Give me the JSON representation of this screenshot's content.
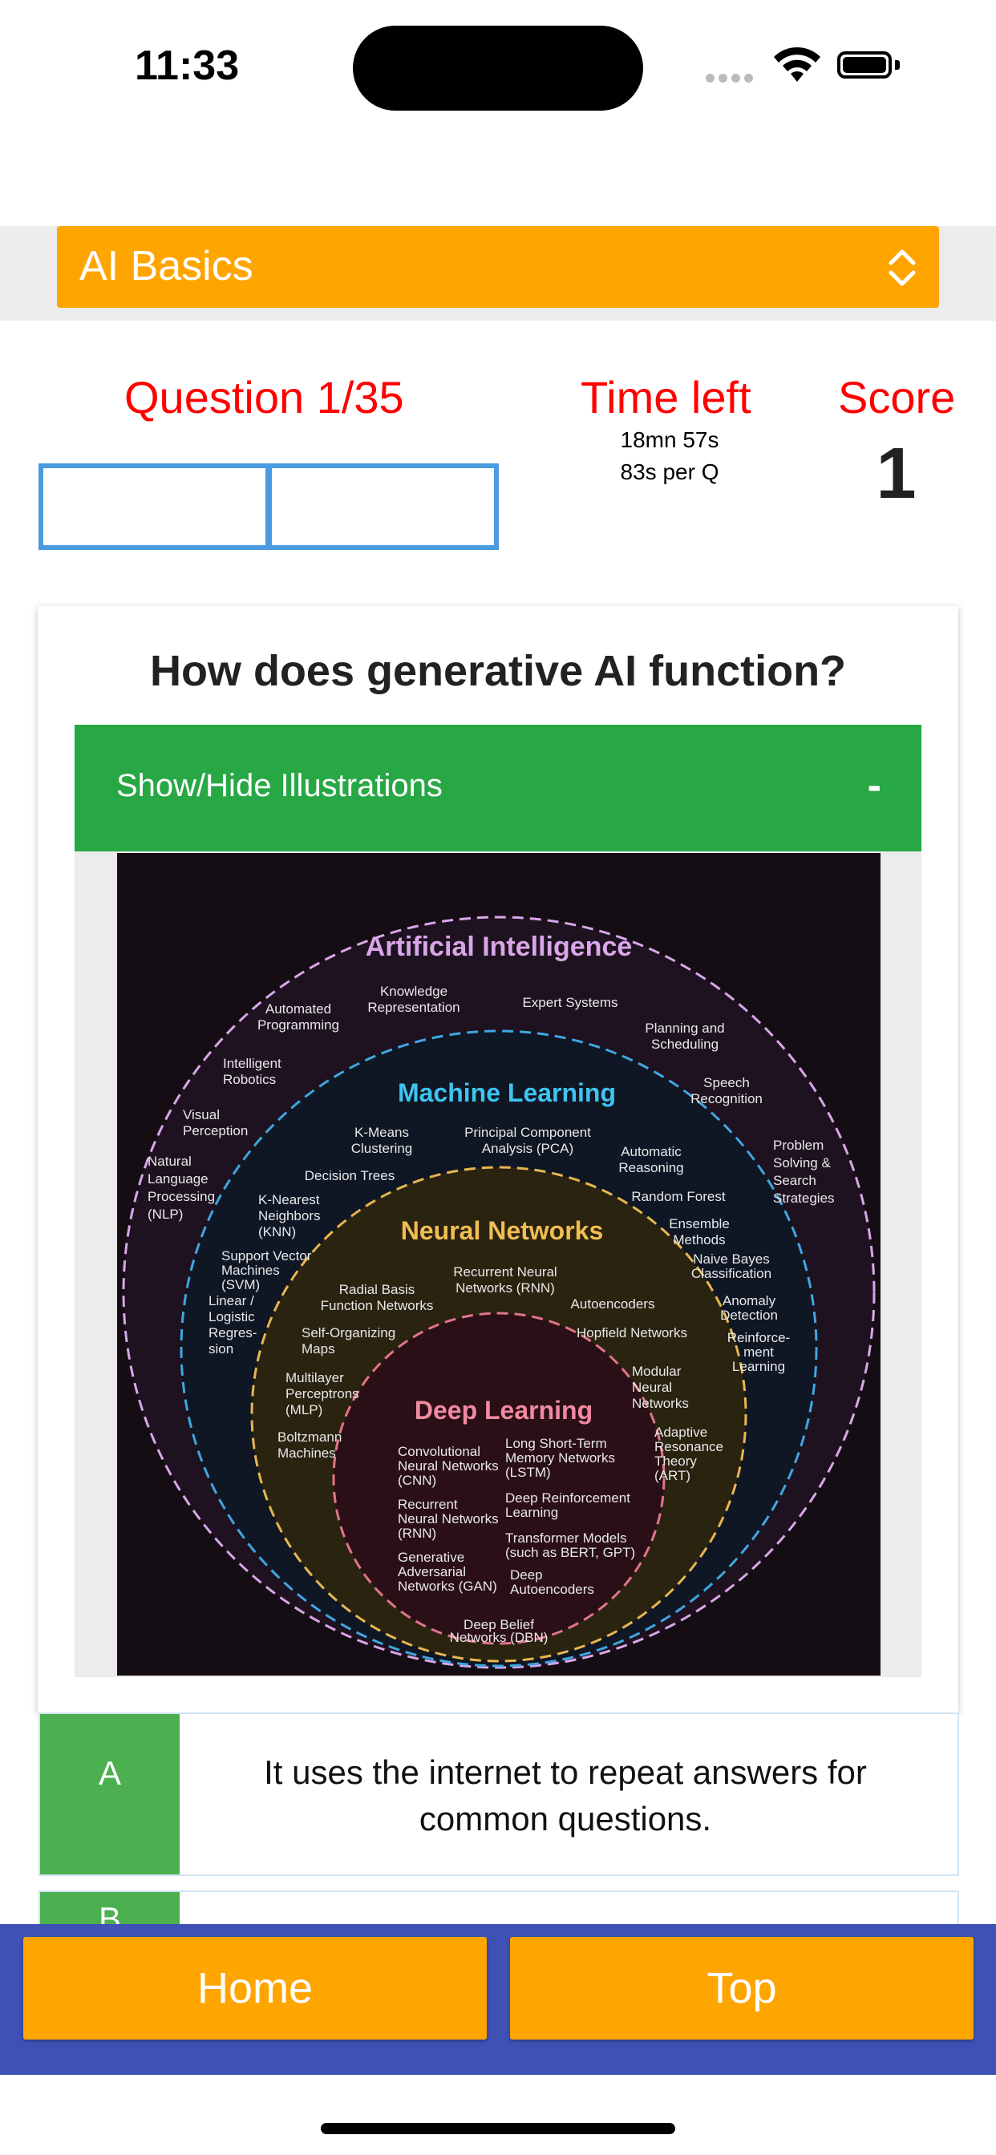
{
  "status_bar": {
    "time": "11:33"
  },
  "category": {
    "selected": "AI Basics"
  },
  "stats": {
    "question_counter": "Question 1/35",
    "time_label": "Time left",
    "time_remaining": "18mn 57s",
    "time_per_question": "83s per Q",
    "score_label": "Score",
    "score_value": "1"
  },
  "question": {
    "text": "How does generative AI function?",
    "illustration_toggle_label": "Show/Hide Illustrations",
    "illustration_toggle_icon": "-"
  },
  "illustration": {
    "rings": {
      "ai": "Artificial Intelligence",
      "ml": "Machine Learning",
      "nn": "Neural Networks",
      "dl": "Deep Learning"
    },
    "ai_items": [
      "Knowledge",
      "Representation",
      "Automated",
      "Programming",
      "Expert Systems",
      "Planning and",
      "Scheduling",
      "Intelligent",
      "Robotics",
      "Speech",
      "Recognition",
      "Visual",
      "Perception",
      "Problem",
      "Solving &",
      "Search",
      "Strategies",
      "Natural",
      "Language",
      "Processing",
      "(NLP)"
    ],
    "ml_items": [
      "K-Means",
      "Clustering",
      "Principal Component",
      "Analysis (PCA)",
      "Automatic",
      "Reasoning",
      "Decision Trees",
      "Random Forest",
      "K-Nearest",
      "Neighbors",
      "(KNN)",
      "Ensemble",
      "Methods",
      "Support Vector",
      "Machines",
      "(SVM)",
      "Naive Bayes",
      "Classification",
      "Linear /",
      "Logistic",
      "Regres-",
      "sion",
      "Anomaly",
      "Detection",
      "Reinforce-",
      "ment",
      "Learning"
    ],
    "nn_items": [
      "Recurrent Neural",
      "Networks (RNN)",
      "Radial Basis",
      "Function Networks",
      "Autoencoders",
      "Self-Organizing",
      "Maps",
      "Hopfield Networks",
      "Multilayer",
      "Perceptrons",
      "(MLP)",
      "Modular",
      "Neural",
      "Networks",
      "Boltzmann",
      "Machines",
      "Adaptive",
      "Resonance",
      "Theory",
      "(ART)"
    ],
    "dl_items": [
      "Convolutional",
      "Neural Networks",
      "(CNN)",
      "Long Short-Term",
      "Memory Networks",
      "(LSTM)",
      "Recurrent",
      "Neural Networks",
      "(RNN)",
      "Deep Reinforcement",
      "Learning",
      "Generative",
      "Adversarial",
      "Networks (GAN)",
      "Transformer Models",
      "(such as BERT, GPT)",
      "Deep",
      "Autoencoders",
      "Deep Belief",
      "Networks (DBN)"
    ],
    "colors": {
      "ai": "#d9a6e8",
      "ml": "#3fa7e0",
      "nn": "#e7b650",
      "dl": "#e0758a",
      "background": "#140d13"
    }
  },
  "answers": [
    {
      "letter": "A",
      "text": "It uses the internet to repeat answers for common questions."
    },
    {
      "letter": "B",
      "text": ""
    }
  ],
  "nav": {
    "home": "Home",
    "top": "Top"
  },
  "colors": {
    "accent": "#ffa500",
    "nav_bg": "#3f51b5",
    "red": "#ff0000",
    "green": "#28a745",
    "answer_green": "#4caf50"
  }
}
